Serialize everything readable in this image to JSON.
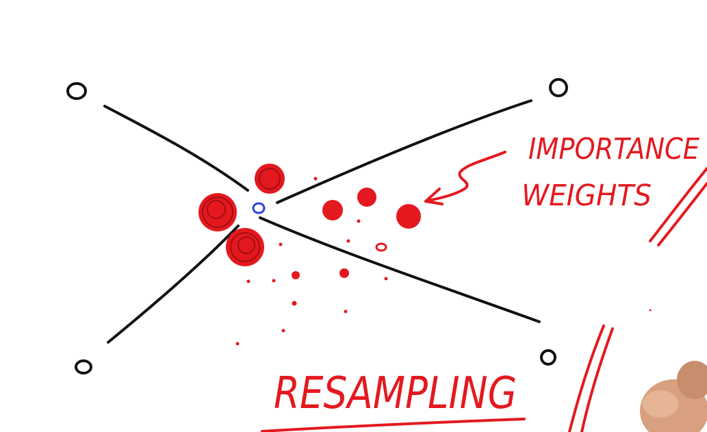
{
  "colors": {
    "ink_black": "#111111",
    "ink_red": "#e3191f",
    "robot_blue": "#2a3fe0",
    "background": "#ffffff",
    "hand_skin": "#d9a07f"
  },
  "labels": {
    "importance_line1": "IMPORTANCE",
    "importance_line2": "WEIGHTS",
    "resampling": "RESAMPLING"
  },
  "icons": {
    "landmark": "open-circle",
    "robot_position": "blue-open-circle",
    "particle": "red-filled-circle",
    "arrow": "hand-drawn-arrow"
  }
}
